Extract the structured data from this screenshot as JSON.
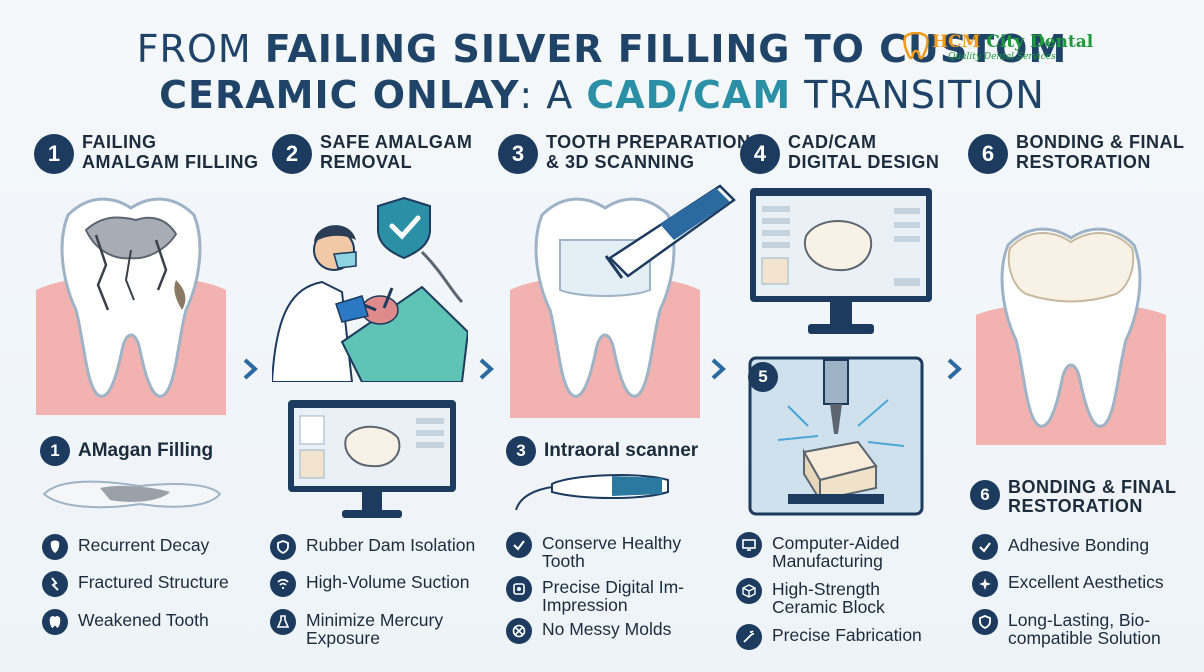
{
  "title": {
    "line1_a": "FROM ",
    "line1_b": "FAILING SILVER FILLING",
    "line1_c": " TO CUSTOM",
    "line2_a": "CERAMIC ONLAY",
    "line2_b": ": A ",
    "line2_c": "CAD/CAM",
    "line2_d": " TRANSITION"
  },
  "logo": {
    "name_a": "HCM",
    "name_b": " City Dental",
    "tagline": "Quality Dental Services"
  },
  "steps": [
    {
      "num": "1",
      "line1": "FAILING",
      "line2": "AMALGAM FILLING"
    },
    {
      "num": "2",
      "line1": "SAFE AMALGAM",
      "line2": "REMOVAL"
    },
    {
      "num": "3",
      "line1": "TOOTH PREPARATION",
      "line2": "& 3D SCANNING"
    },
    {
      "num": "4",
      "line1": "CAD/CAM",
      "line2": "DIGITAL DESIGN"
    },
    {
      "num": "6",
      "line1": "BONDING & FINAL",
      "line2": "RESTORATION"
    }
  ],
  "sub_items": {
    "amalgam": {
      "num": "1",
      "label": "AMagan Filling"
    },
    "scanner": {
      "num": "3",
      "label": "Intraoral scanner"
    },
    "milling": {
      "num": "5"
    },
    "bonding": {
      "num": "6",
      "line1": "BONDING & FINAL",
      "line2": "RESTORATION"
    }
  },
  "features": {
    "col1": [
      "Recurrent Decay",
      "Fractured Structure",
      "Weakened Tooth"
    ],
    "col2": [
      "Rubber Dam Isolation",
      "High-Volume Suction",
      "Minimize Mercury",
      "Exposure"
    ],
    "col3": [
      "Conserve Healthy",
      "Tooth",
      "Precise Digital Im-",
      "Impression",
      "No Messy Molds"
    ],
    "col4": [
      "Computer-Aided",
      "Manufacturing",
      "High-Strength",
      "Ceramic Block",
      "Precise Fabrication"
    ],
    "col5": [
      "Adhesive Bonding",
      "Excellent Aesthetics",
      "Long-Lasting, Bio-",
      "compatible Solution"
    ]
  },
  "colors": {
    "navy": "#1c3b5f",
    "title_blue": "#1f4468",
    "teal": "#2b90a6",
    "gum": "#f2b3b0"
  }
}
